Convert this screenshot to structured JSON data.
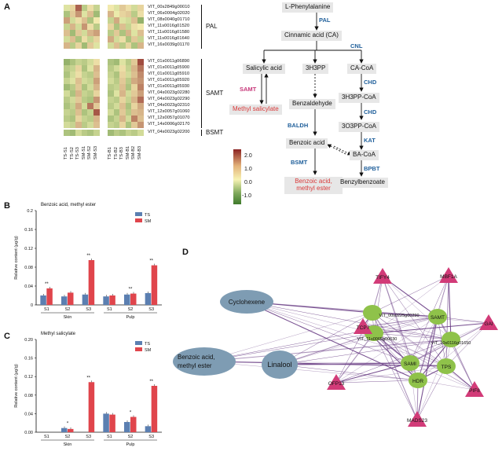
{
  "panels": {
    "a": "A",
    "b": "B",
    "c": "C",
    "d": "D"
  },
  "heatmap": {
    "genes": [
      "VIT_00s2849g00010",
      "VIT_06s0004g02020",
      "VIT_08s0040g01710",
      "VIT_11s0016g01520",
      "VIT_11s0016g01580",
      "VIT_11s0016g01640",
      "VIT_16s0039g01170",
      "VIT_01s0011g06890",
      "VIT_01s0011g05900",
      "VIT_01s0011g05910",
      "VIT_01s0011g05920",
      "VIT_01s0011g05930",
      "VIT_04s0023g02280",
      "VIT_04s0023g02290",
      "VIT_04s0023g02310",
      "VIT_12s0057g01060",
      "VIT_12s0057g01070",
      "VIT_14s0006g02170",
      "VIT_04s0023g02200"
    ],
    "groups": [
      "PAL",
      "SAMT",
      "BSMT"
    ],
    "columns": [
      "TS-S1",
      "TS-S2",
      "TS-S3",
      "SM-S1",
      "SM-S2",
      "SM-S3",
      "TS-B1",
      "TS-B2",
      "TS-B3",
      "SM-B1",
      "SM-B2",
      "SM-B3"
    ],
    "values": [
      [
        -0.2,
        0.3,
        1.4,
        -0.5,
        0.2,
        -0.4,
        0.1,
        -0.2,
        0.4,
        0.2,
        -0.3,
        0.3
      ],
      [
        -0.6,
        0.4,
        0.9,
        -0.2,
        0.5,
        -0.7,
        0.6,
        -0.1,
        0.3,
        0.4,
        -0.5,
        0.2
      ],
      [
        0.8,
        -0.3,
        0.2,
        0.5,
        -0.6,
        0.1,
        -0.4,
        0.7,
        -0.2,
        -0.3,
        0.5,
        -0.8
      ],
      [
        -0.4,
        0.6,
        -0.3,
        0.9,
        0.2,
        -0.5,
        0.3,
        -0.6,
        0.5,
        -0.4,
        0.2,
        0.1
      ],
      [
        0.5,
        -0.7,
        0.4,
        -0.3,
        0.6,
        0.8,
        -0.5,
        0.4,
        -0.6,
        0.6,
        -0.2,
        0.5
      ],
      [
        -0.3,
        0.5,
        -0.6,
        0.2,
        -0.4,
        0.3,
        0.7,
        -0.3,
        0.2,
        -0.6,
        0.4,
        -0.4
      ],
      [
        0.6,
        -0.5,
        0.3,
        -0.7,
        0.4,
        -0.2,
        -0.3,
        0.5,
        -0.5,
        0.3,
        -0.6,
        0.6
      ],
      [
        -0.8,
        -0.6,
        -0.4,
        -0.5,
        -0.3,
        0.2,
        -0.6,
        -0.7,
        -0.2,
        -0.5,
        0.4,
        1.6
      ],
      [
        -0.5,
        -0.4,
        0.3,
        -0.6,
        -0.2,
        0.6,
        -0.5,
        -0.3,
        0.2,
        -0.4,
        0.6,
        1.2
      ],
      [
        -0.6,
        -0.3,
        0.2,
        -0.4,
        -0.5,
        0.5,
        -0.4,
        -0.6,
        0.3,
        -0.3,
        0.5,
        1.0
      ],
      [
        -0.4,
        -0.2,
        0.5,
        -0.3,
        -0.4,
        0.8,
        -0.3,
        -0.5,
        0.4,
        -0.5,
        0.7,
        0.9
      ],
      [
        -0.7,
        -0.5,
        0.4,
        -0.6,
        -0.3,
        0.6,
        -0.5,
        -0.4,
        0.5,
        -0.6,
        0.3,
        1.1
      ],
      [
        -0.3,
        -0.6,
        0.6,
        -0.4,
        -0.5,
        0.3,
        -0.6,
        -0.2,
        0.6,
        -0.3,
        0.4,
        0.8
      ],
      [
        -0.5,
        -0.3,
        0.4,
        -0.5,
        -0.6,
        0.9,
        -0.4,
        -0.5,
        0.3,
        -0.4,
        0.6,
        1.3
      ],
      [
        -0.6,
        -0.4,
        0.7,
        -0.3,
        1.2,
        0.4,
        -0.5,
        -0.3,
        0.5,
        -0.6,
        0.3,
        0.7
      ],
      [
        -0.4,
        -0.5,
        0.5,
        -0.6,
        -0.4,
        1.5,
        -0.3,
        -0.6,
        0.4,
        -0.5,
        0.5,
        0.6
      ],
      [
        -0.5,
        -0.6,
        0.3,
        -0.4,
        -0.5,
        0.6,
        -0.6,
        -0.4,
        0.6,
        -0.3,
        1.1,
        0.5
      ],
      [
        -0.3,
        -0.4,
        0.6,
        -0.5,
        -0.3,
        0.5,
        -0.4,
        -0.5,
        0.3,
        -0.6,
        0.4,
        0.9
      ],
      [
        -0.6,
        -0.7,
        -0.3,
        -0.5,
        -0.6,
        -0.4,
        -0.7,
        -0.5,
        -0.6,
        -0.4,
        -0.5,
        -0.3
      ]
    ],
    "legend_ticks": [
      "2.0",
      "1.0",
      "0.0",
      "-1.0"
    ],
    "colors": {
      "low": "#3f7a2c",
      "mid": "#f7f3b4",
      "high": "#8b2323"
    }
  },
  "pathway": {
    "nodes": {
      "l_phe": "L-Phenylalanine",
      "ca": "Cinnamic acid (CA)",
      "sa": "Salicylic acid",
      "h3pp": "3H3PP",
      "cacoa": "CA-CoA",
      "ms": "Methyl salicylate",
      "bzal": "Benzaldehyde",
      "h3ppcoa": "3H3PP-CoA",
      "oppcoa": "3O3PP-CoA",
      "ba": "Benzoic acid",
      "bacoa": "BA-CoA",
      "bame": "Benzoic acid, methyl ester",
      "bzb": "Benzylbenzoate"
    },
    "enzymes": {
      "pal": "PAL",
      "cnl": "CNL",
      "samt": "SAMT",
      "chd1": "CHD",
      "chd2": "CHD",
      "baldh": "BALDH",
      "kat": "KAT",
      "bsmt": "BSMT",
      "bpbt": "BPBT"
    }
  },
  "chart_data": [
    {
      "type": "bar",
      "title": "Benzoic acid, methyl ester",
      "ylabel": "Relative content (μg/g)",
      "ylim": [
        0,
        0.2
      ],
      "yticks": [
        "0.2",
        "0.16",
        "0.12",
        "0.08",
        "0.04",
        "0"
      ],
      "categories": [
        "S1",
        "S2",
        "S3",
        "S1",
        "S2",
        "S3"
      ],
      "groups": [
        "Skin",
        "Pulp"
      ],
      "series": [
        {
          "name": "TS",
          "color": "#5b7fb1",
          "values": [
            0.02,
            0.018,
            0.022,
            0.018,
            0.022,
            0.025
          ]
        },
        {
          "name": "SM",
          "color": "#e0454c",
          "values": [
            0.035,
            0.026,
            0.095,
            0.02,
            0.024,
            0.084
          ]
        }
      ],
      "significance": [
        "**",
        "",
        "**",
        "",
        "**",
        "**"
      ]
    },
    {
      "type": "bar",
      "title": "Methyl salicylate",
      "ylabel": "Relative content (μg/g)",
      "ylim": [
        0,
        0.2
      ],
      "yticks": [
        "0.20",
        "0.16",
        "0.12",
        "0.08",
        "0.04",
        "0.00"
      ],
      "categories": [
        "S1",
        "S2",
        "S3",
        "S1",
        "S2",
        "S3"
      ],
      "groups": [
        "Skin",
        "Pulp"
      ],
      "series": [
        {
          "name": "TS",
          "color": "#5b7fb1",
          "values": [
            0.0,
            0.009,
            0.0,
            0.04,
            0.022,
            0.013
          ]
        },
        {
          "name": "SM",
          "color": "#e0454c",
          "values": [
            0.0,
            0.007,
            0.108,
            0.038,
            0.033,
            0.1
          ]
        }
      ],
      "significance": [
        "",
        "*",
        "**",
        "",
        "*",
        "**"
      ]
    }
  ],
  "network": {
    "metabolites": [
      "Cyclohexene",
      "Benzoic acid, methyl ester",
      "Linalool"
    ],
    "genes": [
      "VIT_00s0225g00290",
      "VIT_11s0065g00630",
      "VIT_10s0116g01650",
      "SAMT",
      "SAMI",
      "TPS",
      "HDR"
    ],
    "tfs": [
      "TIFY4",
      "MBF1A",
      "GAI",
      "TCP7",
      "PIF8",
      "OFP13",
      "MADS23"
    ],
    "colors": {
      "metabolite": "#7e9cb3",
      "gene": "#8fc24a",
      "tf": "#d23b78",
      "edge": "#6b3f86"
    }
  }
}
